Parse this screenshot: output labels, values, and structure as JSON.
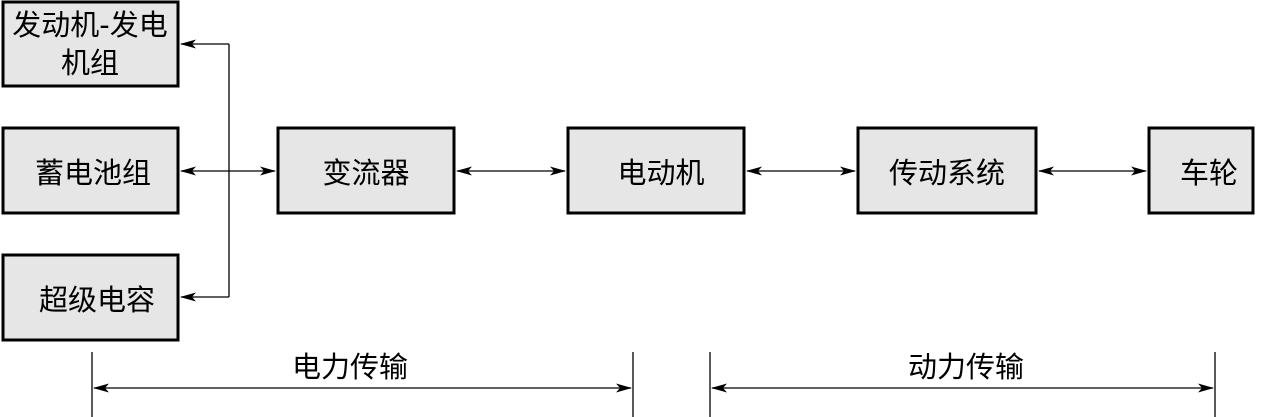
{
  "boxes": {
    "genset": {
      "line1": "发动机-发电",
      "line2": "机组"
    },
    "battery": "蓄电池组",
    "supercap": "超级电容",
    "converter": "变流器",
    "motor": "电动机",
    "transmission": "传动系统",
    "wheel": "车轮"
  },
  "spans": {
    "electric": "电力传输",
    "mechanical": "动力传输"
  }
}
